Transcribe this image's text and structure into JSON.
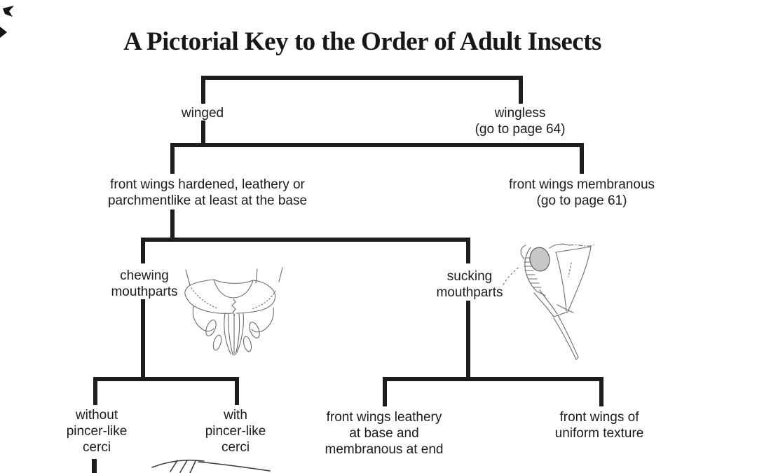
{
  "title": "A Pictorial Key to the Order of Adult Insects",
  "colors": {
    "ink": "#1d1d1d",
    "text": "#1c1c1c",
    "sketch_stroke": "#6b6b6b",
    "eye_fill": "#c7c7c7"
  },
  "nodes": {
    "winged": {
      "l1": "winged"
    },
    "wingless": {
      "l1": "wingless",
      "l2": "(go to page 64)"
    },
    "front_wings_hardened": {
      "l1": "front wings hardened, leathery or",
      "l2": "parchmentlike at least at the base"
    },
    "front_wings_membranous": {
      "l1": "front wings membranous",
      "l2": "(go to page 61)"
    },
    "chewing_mouthparts": {
      "l1": "chewing",
      "l2": "mouthparts"
    },
    "sucking_mouthparts": {
      "l1": "sucking",
      "l2": "mouthparts"
    },
    "without_cerci": {
      "l1": "without",
      "l2": "pincer-like",
      "l3": "cerci"
    },
    "with_cerci": {
      "l1": "with",
      "l2": "pincer-like",
      "l3": "cerci"
    },
    "front_wings_leathery": {
      "l1": "front wings leathery",
      "l2": "at base and",
      "l3": "membranous at end"
    },
    "front_wings_uniform": {
      "l1": "front wings of",
      "l2": "uniform texture"
    }
  },
  "illustrations": {
    "chewing": "chewing-mouthparts-sketch",
    "sucking": "sucking-mouthparts-sketch",
    "cerci": "pincer-like-cerci-sketch-partial"
  }
}
